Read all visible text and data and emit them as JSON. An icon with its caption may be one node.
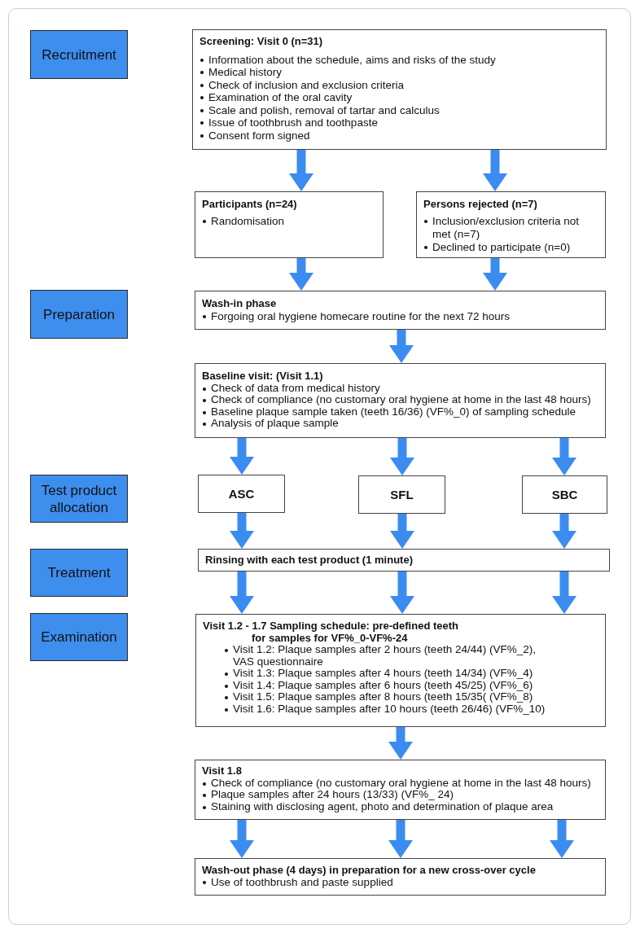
{
  "diagram": {
    "nodes": [
      {
        "text": [
          "Recruitment"
        ]
      },
      {
        "text": [
          "Screening: Visit 0 (n=31)",
          "Information about the schedule, aims and risks of the study",
          "Medical history",
          "Check of inclusion and exclusion criteria",
          "Examination of the oral cavity",
          "Scale and polish, removal of tartar and calculus",
          "Issue of toothbrush and toothpaste",
          "Consent form signed"
        ]
      },
      {
        "text": [
          "Participants (n=24)",
          "Randomisation"
        ]
      },
      {
        "text": [
          "Persons rejected (n=7)",
          "Inclusion/exclusion criteria not met (n=7)",
          "Declined to participate (n=0)"
        ]
      },
      {
        "text": [
          "Preparation"
        ]
      },
      {
        "text": [
          "Wash-in phase",
          "Forgoing oral hygiene homecare routine for the next 72 hours"
        ]
      },
      {
        "text": [
          "Baseline visit: (Visit 1.1)",
          "Check of data from medical history",
          "Check of compliance (no customary oral hygiene at home in the last 48 hours)",
          "Baseline plaque sample taken (teeth 16/36) (VF%_0) of sampling schedule",
          "Analysis of plaque sample"
        ]
      },
      {
        "text": [
          "Test product allocation"
        ]
      },
      {
        "text": [
          "ASC"
        ]
      },
      {
        "text": [
          "SFL"
        ]
      },
      {
        "text": [
          "SBC"
        ]
      },
      {
        "text": [
          "Treatment"
        ]
      },
      {
        "text": [
          "Rinsing with each test product (1 minute)"
        ]
      },
      {
        "text": [
          "Examination"
        ]
      },
      {
        "text": [
          "Visit 1.2 - 1.7 Sampling schedule: pre-defined teeth for samples for VF%_0-VF%-24",
          "Visit 1.2: Plaque samples after 2 hours (teeth 24/44) (VF%_2), VAS questionnaire",
          "Visit 1.3: Plaque samples after 4 hours (teeth 14/34) (VF%_4)",
          "Visit 1.4: Plaque samples after 6 hours (teeth 45/25) (VF%_6)",
          "Visit 1.5: Plaque samples after 8 hours (teeth 15/35( (VF%_8)",
          "Visit 1.6: Plaque samples after 10 hours (teeth 26/46) (VF%_10)"
        ]
      },
      {
        "text": [
          "Visit 1.8",
          "Check of compliance (no customary oral hygiene at home in the last 48 hours)",
          "Plaque samples after 24 hours (13/33) (VF%_ 24)",
          "Staining with disclosing agent, photo and determination of plaque area"
        ]
      },
      {
        "text": [
          "Wash-out phase (4 days) in preparation for a new cross-over cycle",
          "Use of toothbrush and paste supplied"
        ]
      }
    ],
    "edges": [
      {
        "from": 1,
        "to": 2,
        "arrow": "to"
      },
      {
        "from": 1,
        "to": 3,
        "arrow": "to"
      },
      {
        "from": 2,
        "to": 5,
        "arrow": "to"
      },
      {
        "from": 3,
        "to": 5,
        "arrow": "to"
      },
      {
        "from": 5,
        "to": 6,
        "arrow": "to"
      },
      {
        "from": 6,
        "to": 8,
        "arrow": "to"
      },
      {
        "from": 6,
        "to": 9,
        "arrow": "to"
      },
      {
        "from": 6,
        "to": 10,
        "arrow": "to"
      },
      {
        "from": 8,
        "to": 12,
        "arrow": "to"
      },
      {
        "from": 9,
        "to": 12,
        "arrow": "to"
      },
      {
        "from": 10,
        "to": 12,
        "arrow": "to"
      },
      {
        "from": 12,
        "to": 14,
        "arrow": "to"
      },
      {
        "from": 12,
        "to": 14,
        "arrow": "to"
      },
      {
        "from": 12,
        "to": 14,
        "arrow": "to"
      },
      {
        "from": 14,
        "to": 15,
        "arrow": "to"
      },
      {
        "from": 15,
        "to": 16,
        "arrow": "to"
      },
      {
        "from": 15,
        "to": 16,
        "arrow": "to"
      },
      {
        "from": 15,
        "to": 16,
        "arrow": "to"
      }
    ]
  }
}
